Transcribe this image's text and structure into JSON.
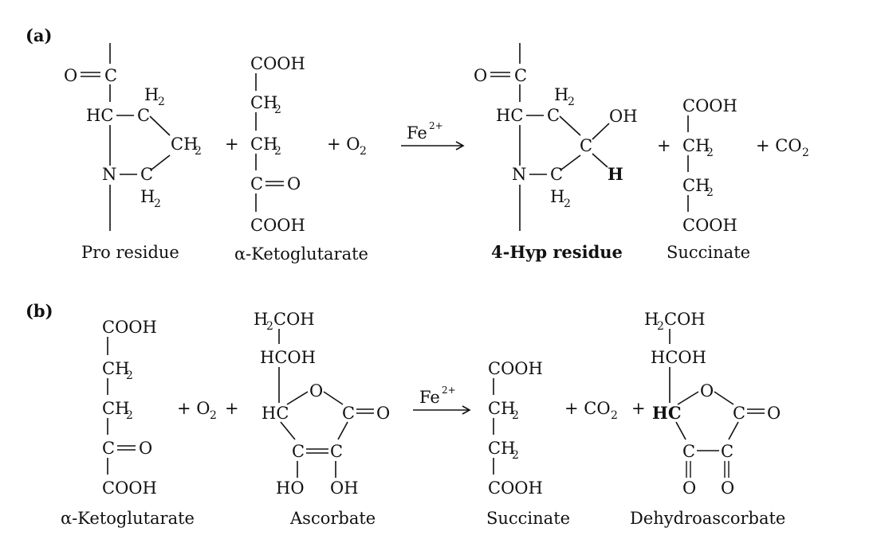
{
  "panel_a": {
    "label": "(a)",
    "catalyst": "Fe",
    "catalyst_charge": "2+",
    "pro_residue": {
      "name": "Pro residue",
      "carbonyl_o": "O",
      "carbonyl_c": "C",
      "alpha": "HC",
      "nitrogen": "N",
      "beta": "C",
      "beta_h": "H",
      "beta_sub": "2",
      "gamma": "CH",
      "gamma_sub": "2",
      "delta": "C",
      "delta_h": "H",
      "delta_sub": "2"
    },
    "ketoglutarate": {
      "name": "α-Ketoglutarate",
      "top": "COOH",
      "ch2a": "CH",
      "ch2a_sub": "2",
      "ch2b": "CH",
      "ch2b_sub": "2",
      "keto_c": "C",
      "keto_o": "O",
      "bottom": "COOH"
    },
    "o2": "+ O",
    "o2_sub": "2",
    "plus": "+",
    "hyp_residue": {
      "name": "4-Hyp residue",
      "carbonyl_o": "O",
      "carbonyl_c": "C",
      "alpha": "HC",
      "nitrogen": "N",
      "beta": "C",
      "beta_h": "H",
      "beta_sub": "2",
      "gamma": "C",
      "oh": "OH",
      "h": "H",
      "delta": "C",
      "delta_h": "H",
      "delta_sub": "2"
    },
    "succinate": {
      "name": "Succinate",
      "top": "COOH",
      "ch2a": "CH",
      "ch2a_sub": "2",
      "ch2b": "CH",
      "ch2b_sub": "2",
      "bottom": "COOH"
    },
    "co2": "+ CO",
    "co2_sub": "2"
  },
  "panel_b": {
    "label": "(b)",
    "catalyst": "Fe",
    "catalyst_charge": "2+",
    "ketoglutarate": {
      "name": "α-Ketoglutarate",
      "top": "COOH",
      "ch2a": "CH",
      "ch2a_sub": "2",
      "ch2b": "CH",
      "ch2b_sub": "2",
      "keto_c": "C",
      "keto_o": "O",
      "bottom": "COOH"
    },
    "o2": "+ O",
    "o2_sub": "2",
    "o2_plus": "+",
    "ascorbate": {
      "name": "Ascorbate",
      "h2coh_h": "H",
      "h2coh_sub": "2",
      "h2coh_rest": "COH",
      "hcoh": "HCOH",
      "ring_hc": "HC",
      "ring_o": "O",
      "ring_c": "C",
      "ring_c_o": "O",
      "c3": "C",
      "c2": "C",
      "ho": "HO",
      "oh": "OH"
    },
    "succinate": {
      "name": "Succinate",
      "top": "COOH",
      "ch2a": "CH",
      "ch2a_sub": "2",
      "ch2b": "CH",
      "ch2b_sub": "2",
      "bottom": "COOH"
    },
    "co2": "+ CO",
    "co2_sub": "2",
    "co2_plus": "+",
    "dehydroascorbate": {
      "name": "Dehydroascorbate",
      "h2coh_h": "H",
      "h2coh_sub": "2",
      "h2coh_rest": "COH",
      "hcoh": "HCOH",
      "ring_hc": "HC",
      "ring_o": "O",
      "ring_c": "C",
      "ring_c_o": "O",
      "c3": "C",
      "c2": "C",
      "o3": "O",
      "o2": "O"
    }
  }
}
